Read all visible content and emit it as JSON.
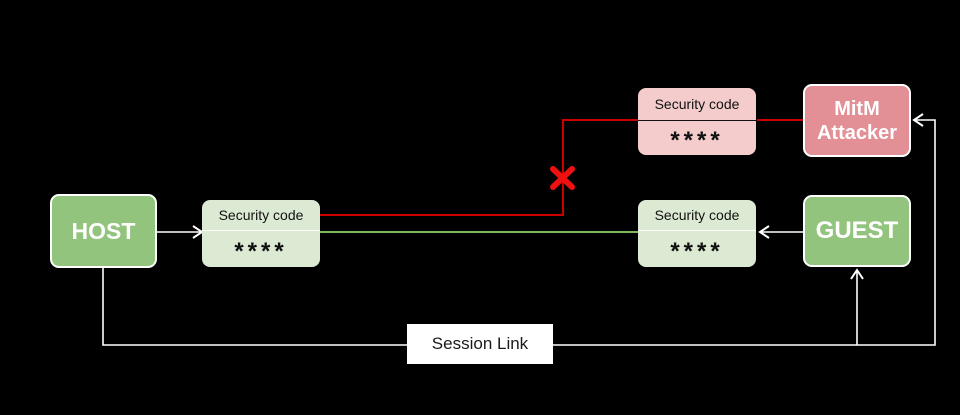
{
  "nodes": {
    "host": {
      "label": "HOST",
      "fill": "#93c47d"
    },
    "guest": {
      "label": "GUEST",
      "fill": "#93c47d"
    },
    "attacker": {
      "label": "MitM\nAttacker",
      "fill": "#e28f96"
    },
    "host_code": {
      "title": "Security code",
      "value": "****",
      "fill": "#dcead4"
    },
    "guest_code": {
      "title": "Security code",
      "value": "****",
      "fill": "#dcead4"
    },
    "attacker_code": {
      "title": "Security code",
      "value": "****",
      "fill": "#f4cccc"
    },
    "session_link": {
      "label": "Session Link",
      "fill": "#ffffff"
    }
  },
  "colors": {
    "background": "#000000",
    "red_line": "#cc0000",
    "green_line": "#7cba60",
    "white_line": "#ffffff",
    "x_mark": "#ee1111",
    "node_border": "#ffffff"
  },
  "icons": {
    "x_mark": "blocked-path-x-icon"
  }
}
